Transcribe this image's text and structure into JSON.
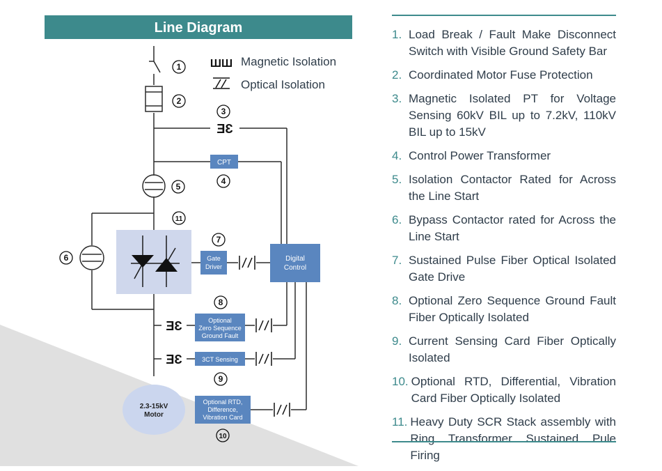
{
  "title": "Line Diagram",
  "colors": {
    "teal": "#3d8a8c",
    "box_blue": "#5a86bf",
    "scr_bg": "#cfd7ec",
    "motor_bg": "#cbd6ee",
    "wire": "#2b2b2b",
    "bg_gray": "#e0e0e0"
  },
  "legend": {
    "magnetic_symbol": "ШШ",
    "magnetic_label": "Magnetic Isolation",
    "optical_symbol": "//",
    "optical_label": "Optical Isolation"
  },
  "callouts": [
    "1",
    "2",
    "3",
    "4",
    "5",
    "6",
    "7",
    "8",
    "9",
    "10",
    "11"
  ],
  "boxes": {
    "cpt": "CPT",
    "gate_driver": [
      "Gate",
      "Driver"
    ],
    "digital_control": [
      "Digital",
      "Control"
    ],
    "zero_sequence": [
      "Optional",
      "Zero Sequence",
      "Ground Fault"
    ],
    "ct_sensing": "3CT Sensing",
    "rtd": [
      "Optional RTD,",
      "Difference,",
      "Vibration Card"
    ],
    "motor": [
      "2.3-15kV",
      "Motor"
    ]
  },
  "items": [
    {
      "num": "1.",
      "text": "Load Break / Fault Make Disconnect Switch with Visible Ground Safety Bar"
    },
    {
      "num": "2.",
      "text": "Coordinated Motor Fuse Protection"
    },
    {
      "num": "3.",
      "text": "Magnetic Isolated PT for Voltage Sensing 60kV BIL up to 7.2kV, 110kV BIL up to 15kV"
    },
    {
      "num": "4.",
      "text": "Control Power Transformer"
    },
    {
      "num": "5.",
      "text": "Isolation Contactor Rated for Across the Line Start"
    },
    {
      "num": "6.",
      "text": "Bypass Contactor rated for Across the Line Start"
    },
    {
      "num": "7.",
      "text": "Sustained Pulse Fiber Optical Isolated Gate Drive"
    },
    {
      "num": "8.",
      "text": "Optional Zero Sequence Ground Fault Fiber Optically Isolated"
    },
    {
      "num": "9.",
      "text": "Current Sensing Card Fiber Optically Isolated"
    },
    {
      "num": "10.",
      "text": "Optional RTD, Differential, Vibration Card Fiber Optically Isolated"
    },
    {
      "num": "11.",
      "text": "Heavy Duty SCR Stack assembly with Ring Transformer Sustained Pule Firing"
    }
  ]
}
